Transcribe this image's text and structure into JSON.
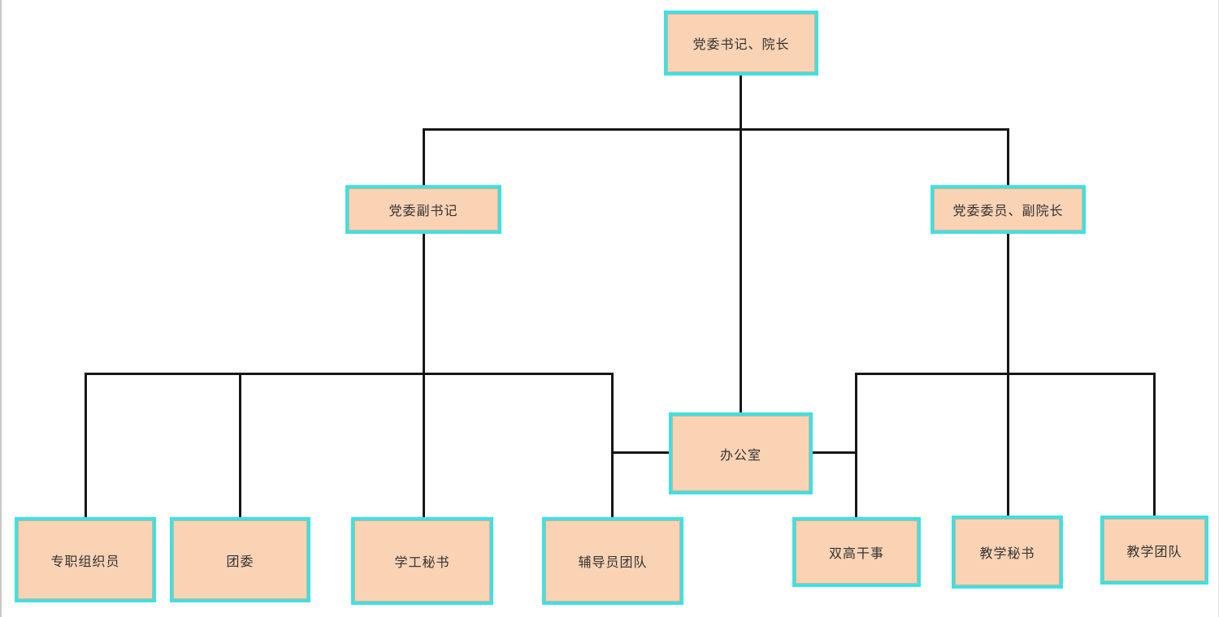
{
  "diagram": {
    "type": "org-chart",
    "colors": {
      "node_fill": "#fad3b4",
      "node_border": "#3ce1e4",
      "connector": "#161616",
      "text": "#333333",
      "canvas_bg": "#ffffff"
    },
    "nodes": [
      {
        "id": "root",
        "label": "党委书记、院长"
      },
      {
        "id": "deputy-secretary",
        "label": "党委副书记"
      },
      {
        "id": "committee-vice-dean",
        "label": "党委委员、副院长"
      },
      {
        "id": "office",
        "label": "办公室"
      },
      {
        "id": "organizer",
        "label": "专职组织员"
      },
      {
        "id": "youth-league",
        "label": "团委"
      },
      {
        "id": "student-affairs-secretary",
        "label": "学工秘书"
      },
      {
        "id": "counselor-team",
        "label": "辅导员团队"
      },
      {
        "id": "shuanggao-clerk",
        "label": "双高干事"
      },
      {
        "id": "teaching-secretary",
        "label": "教学秘书"
      },
      {
        "id": "teaching-team",
        "label": "教学团队"
      }
    ],
    "edges": [
      {
        "from": "root",
        "to": "deputy-secretary"
      },
      {
        "from": "root",
        "to": "committee-vice-dean"
      },
      {
        "from": "root",
        "to": "office"
      },
      {
        "from": "deputy-secretary",
        "to": "organizer"
      },
      {
        "from": "deputy-secretary",
        "to": "youth-league"
      },
      {
        "from": "deputy-secretary",
        "to": "student-affairs-secretary"
      },
      {
        "from": "deputy-secretary",
        "to": "counselor-team"
      },
      {
        "from": "committee-vice-dean",
        "to": "shuanggao-clerk"
      },
      {
        "from": "committee-vice-dean",
        "to": "teaching-secretary"
      },
      {
        "from": "committee-vice-dean",
        "to": "teaching-team"
      },
      {
        "from": "office",
        "to": "counselor-team"
      },
      {
        "from": "office",
        "to": "shuanggao-clerk"
      }
    ]
  }
}
